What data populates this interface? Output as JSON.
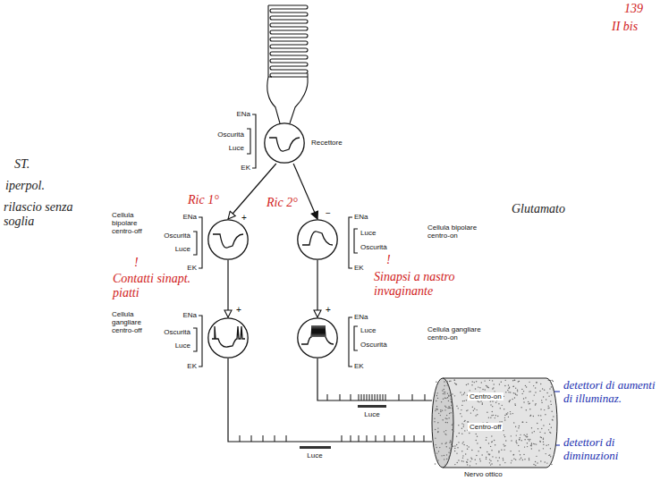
{
  "diagram": {
    "nodes": [
      {
        "text": [
          "Recettore"
        ]
      },
      {
        "text": [
          "Cellula bipolare centro-off"
        ]
      },
      {
        "text": [
          "Cellula bipolare centro-on"
        ]
      },
      {
        "text": [
          "Cellula gangliare centro-off"
        ]
      },
      {
        "text": [
          "Cellula gangliare centro-on"
        ]
      },
      {
        "text": [
          "Centro-on",
          "Centro-off",
          "Nervo ottico"
        ]
      }
    ],
    "edges": [
      {
        "from": 0,
        "to": 1,
        "arrow": "to",
        "label": "+"
      },
      {
        "from": 0,
        "to": 2,
        "arrow": "to",
        "label": "−"
      },
      {
        "from": 1,
        "to": 3,
        "arrow": "to",
        "label": "+"
      },
      {
        "from": 2,
        "to": 4,
        "arrow": "to",
        "label": "+"
      },
      {
        "from": 3,
        "to": 5,
        "arrow": "none"
      },
      {
        "from": 4,
        "to": 5,
        "arrow": "none"
      }
    ],
    "labels": [
      "139",
      "II bis",
      "ST.",
      "iperpol.",
      "rilascio senza soglia",
      "Glutamato",
      "ENa",
      "Oscurità",
      "Luce",
      "EK",
      "Ric 1°",
      "Ric 2°",
      "ENa",
      "Oscurità",
      "Luce",
      "EK",
      "!",
      "Contatti sinapt. piatti",
      "ENa",
      "Luce",
      "Oscurità",
      "EK",
      "!",
      "Sinapsi a nastro invaginante",
      "ENa",
      "Oscurità",
      "Luce",
      "EK",
      "ENa",
      "Luce",
      "Oscurità",
      "EK",
      "Luce",
      "Luce",
      "detettori di aumenti di illuminaz.",
      "detettori di diminuzioni"
    ]
  }
}
